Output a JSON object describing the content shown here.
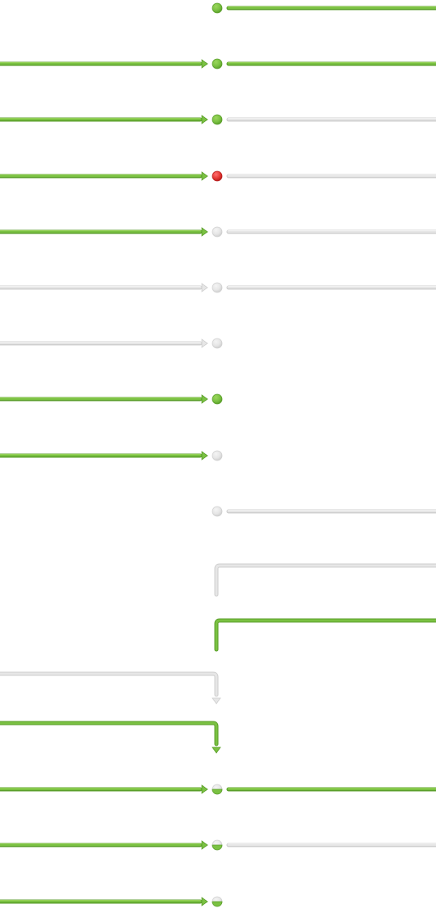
{
  "colors": {
    "active": "#7ac142",
    "active_dark": "#5a9e2a",
    "active_light": "#9bd65c",
    "inactive": "#e6e6e6",
    "inactive_dark": "#cfcfcf",
    "inactive_light": "#f4f4f4",
    "error": "#e53935",
    "error_dark": "#b71c1c",
    "error_light": "#ff7070"
  },
  "rows": [
    {
      "left": "none",
      "node": "active",
      "right": "active"
    },
    {
      "left": "active",
      "node": "active",
      "right": "active"
    },
    {
      "left": "active",
      "node": "active",
      "right": "inactive"
    },
    {
      "left": "active",
      "node": "error",
      "right": "inactive"
    },
    {
      "left": "active",
      "node": "inactive",
      "right": "inactive"
    },
    {
      "left": "inactive",
      "node": "inactive",
      "right": "inactive"
    },
    {
      "left": "inactive",
      "node": "inactive",
      "right": "none"
    },
    {
      "left": "active",
      "node": "active",
      "right": "none"
    },
    {
      "left": "active",
      "node": "inactive",
      "right": "none"
    },
    {
      "left": "none",
      "node": "inactive",
      "right": "inactive"
    }
  ],
  "elbows": [
    {
      "kind": "branch-out",
      "state": "inactive"
    },
    {
      "kind": "branch-out",
      "state": "active"
    },
    {
      "kind": "branch-in",
      "state": "inactive"
    },
    {
      "kind": "branch-in",
      "state": "active"
    }
  ],
  "half_rows": [
    {
      "left": "active",
      "node": "half",
      "right": "active"
    },
    {
      "left": "active",
      "node": "half",
      "right": "inactive"
    },
    {
      "left": "active",
      "node": "half",
      "right": "none"
    }
  ]
}
